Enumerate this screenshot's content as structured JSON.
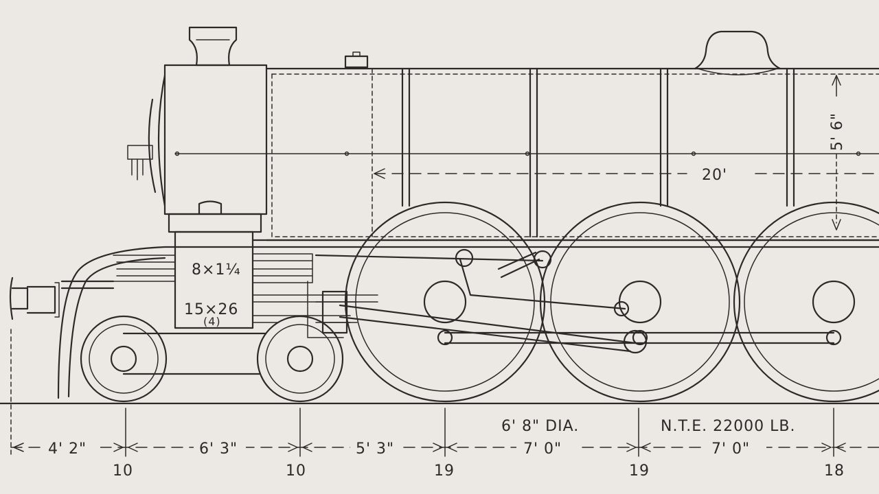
{
  "cylinder": {
    "upper_spec": "8×1¼",
    "lower_spec": "15×26",
    "count": "(4)"
  },
  "boiler": {
    "height": "5' 6\"",
    "length": "20'"
  },
  "wheels": {
    "diameter": "6' 8\" DIA.",
    "tractive_effort": "N.T.E. 22000 LB."
  },
  "spacings": [
    "4' 2\"",
    "6' 3\"",
    "5' 3\"",
    "7' 0\"",
    "7' 0\""
  ],
  "axle_loads": [
    "10",
    "10",
    "19",
    "19",
    "18"
  ],
  "colors": {
    "ink": "#2b2a28",
    "paper": "#ece9e4"
  }
}
